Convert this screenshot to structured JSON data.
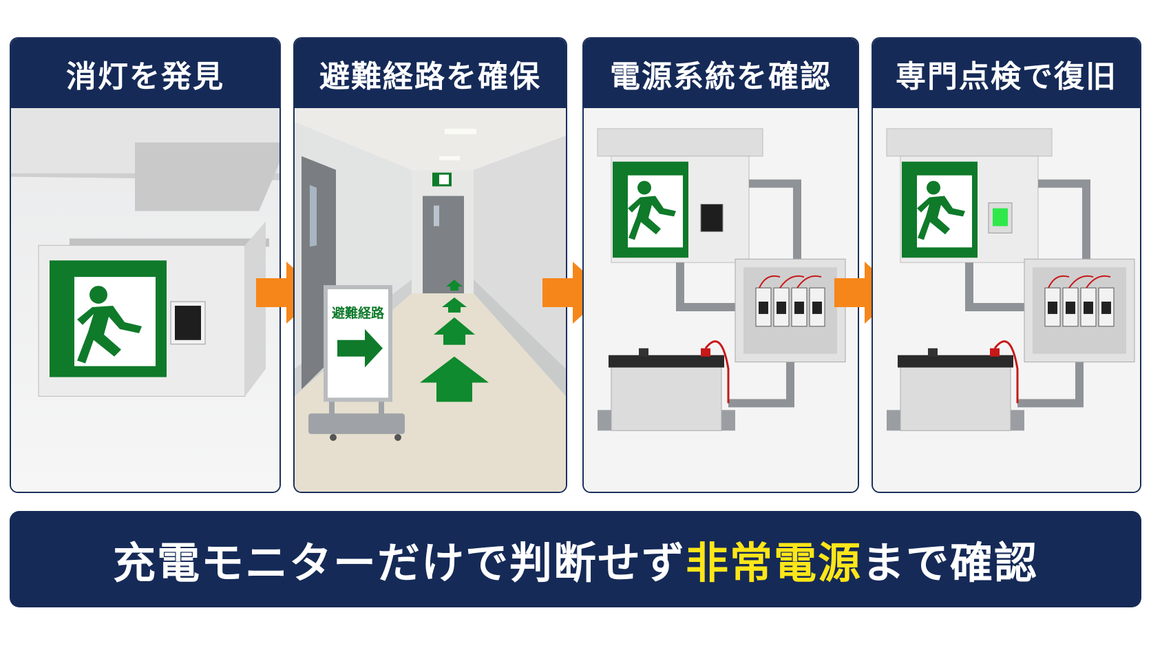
{
  "steps": [
    {
      "title": "消灯を発見"
    },
    {
      "title": "避難経路を確保",
      "sign_label": "避難経路"
    },
    {
      "title": "電源系統を確認"
    },
    {
      "title": "専門点検で復旧"
    }
  ],
  "banner": {
    "text_before": "充電モニターだけで判断せず",
    "text_highlight": "非常電源",
    "text_after": "まで確認"
  },
  "colors": {
    "navy": "#152a57",
    "arrow": "#f7861a",
    "exit_green": "#0f7a2a",
    "highlight": "#ffe619",
    "status_lamp": "#2ee84a"
  },
  "icons": [
    "exit-sign-icon",
    "right-arrow-icon",
    "floor-arrow-icon",
    "battery-icon",
    "breaker-panel-icon"
  ]
}
